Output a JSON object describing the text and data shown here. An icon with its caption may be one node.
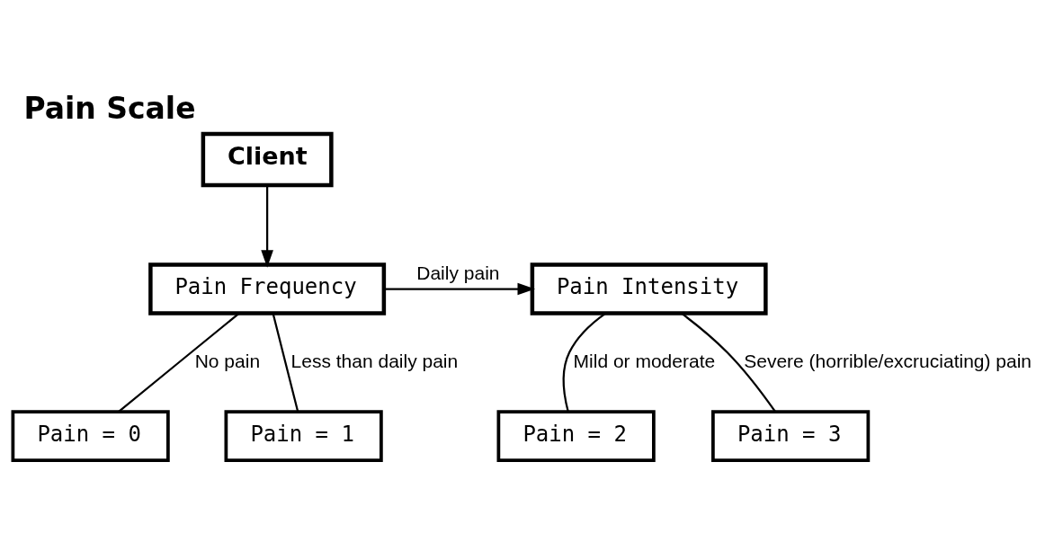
{
  "diagram": {
    "title": "Pain Scale",
    "nodes": [
      {
        "text": [
          "Client"
        ]
      },
      {
        "text": [
          "Pain Frequency"
        ]
      },
      {
        "text": [
          "Pain Intensity"
        ]
      },
      {
        "text": [
          "Pain = 0"
        ]
      },
      {
        "text": [
          "Pain = 1"
        ]
      },
      {
        "text": [
          "Pain = 2"
        ]
      },
      {
        "text": [
          "Pain = 3"
        ]
      }
    ],
    "edges": [
      {
        "from": 0,
        "to": 1,
        "arrow": "to"
      },
      {
        "from": 1,
        "to": 2,
        "arrow": "to",
        "label": "Daily pain"
      },
      {
        "from": 1,
        "to": 3,
        "arrow": "none",
        "label": "No pain"
      },
      {
        "from": 1,
        "to": 4,
        "arrow": "none",
        "label": "Less than daily pain"
      },
      {
        "from": 2,
        "to": 5,
        "arrow": "none",
        "label": "Mild or moderate"
      },
      {
        "from": 2,
        "to": 6,
        "arrow": "none",
        "label": "Severe (horrible/excruciating) pain"
      }
    ]
  }
}
